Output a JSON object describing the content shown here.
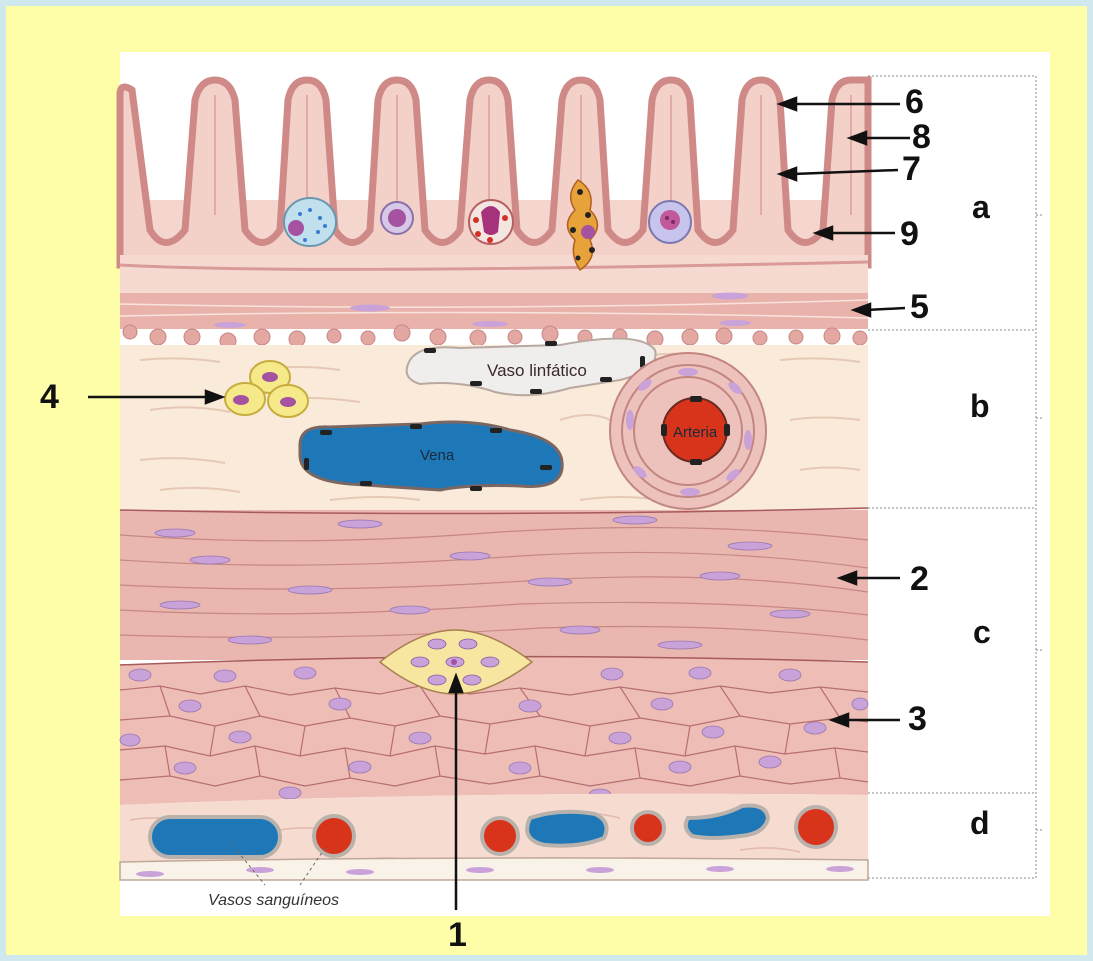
{
  "labels": {
    "vaso_linfatico": "Vaso linfático",
    "vena": "Vena",
    "arteria": "Arteria",
    "vasos_sanguineos": "Vasos sanguíneos"
  },
  "numbers": [
    "1",
    "2",
    "3",
    "4",
    "5",
    "6",
    "7",
    "8",
    "9"
  ],
  "sections": [
    "a",
    "b",
    "c",
    "d"
  ],
  "colors": {
    "page_border": "#cfe9ee",
    "background": "#fefea8",
    "mucosa": "#f3d3cc",
    "epithelium": "#d98e8e",
    "submucosa": "#f8e8d8",
    "muscle": "#e9b8b2",
    "nuclei": "#c8a2d8",
    "vein": "#1e78b8",
    "artery": "#d8341c",
    "lymph_vessel": "#f0eeec",
    "adipocyte": "#f6e98a"
  }
}
